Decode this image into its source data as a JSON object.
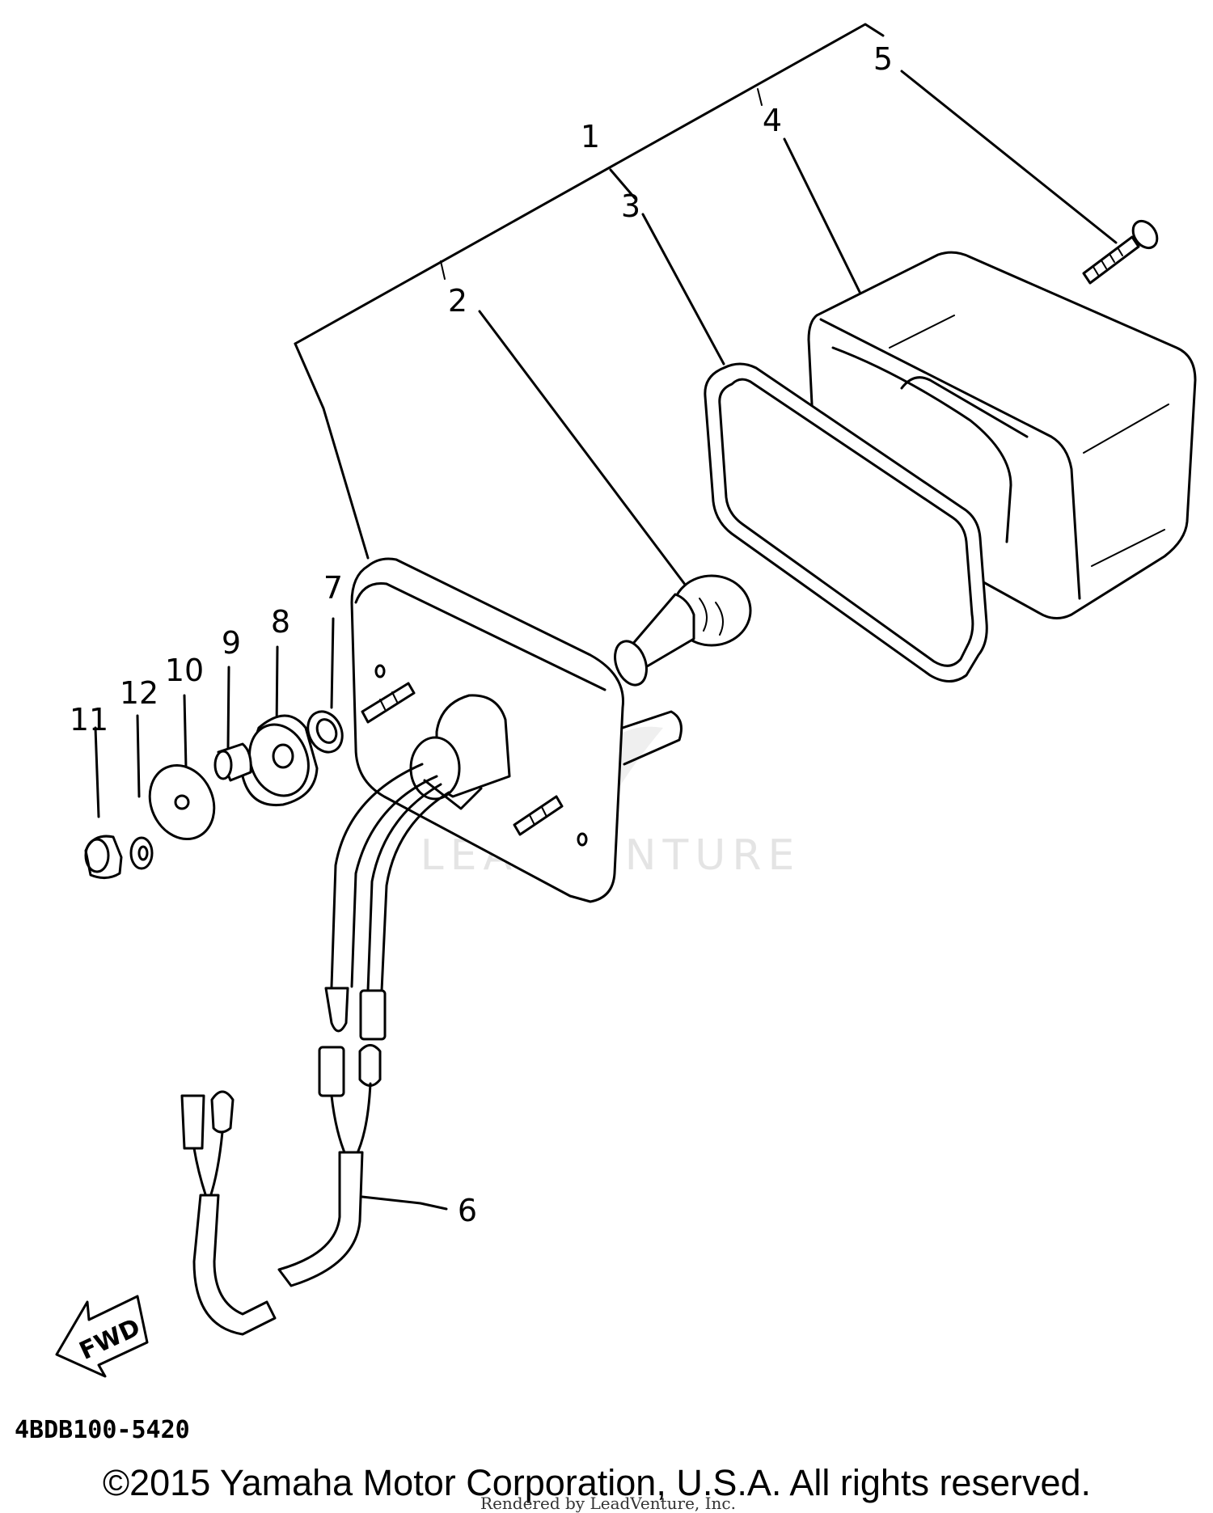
{
  "callouts": [
    {
      "id": "1",
      "label": "1"
    },
    {
      "id": "2",
      "label": "2"
    },
    {
      "id": "3",
      "label": "3"
    },
    {
      "id": "4",
      "label": "4"
    },
    {
      "id": "5",
      "label": "5"
    },
    {
      "id": "6",
      "label": "6"
    },
    {
      "id": "7",
      "label": "7"
    },
    {
      "id": "8",
      "label": "8"
    },
    {
      "id": "9",
      "label": "9"
    },
    {
      "id": "10",
      "label": "10"
    },
    {
      "id": "11",
      "label": "11"
    },
    {
      "id": "12",
      "label": "12"
    }
  ],
  "watermark": "LEADVENTURE",
  "direction_label": "FWD",
  "figure_code": "4BDB100-5420",
  "copyright": "©2015 Yamaha Motor Corporation, U.S.A. All rights reserved.",
  "rendered_by": "Rendered by LeadVenture, Inc."
}
